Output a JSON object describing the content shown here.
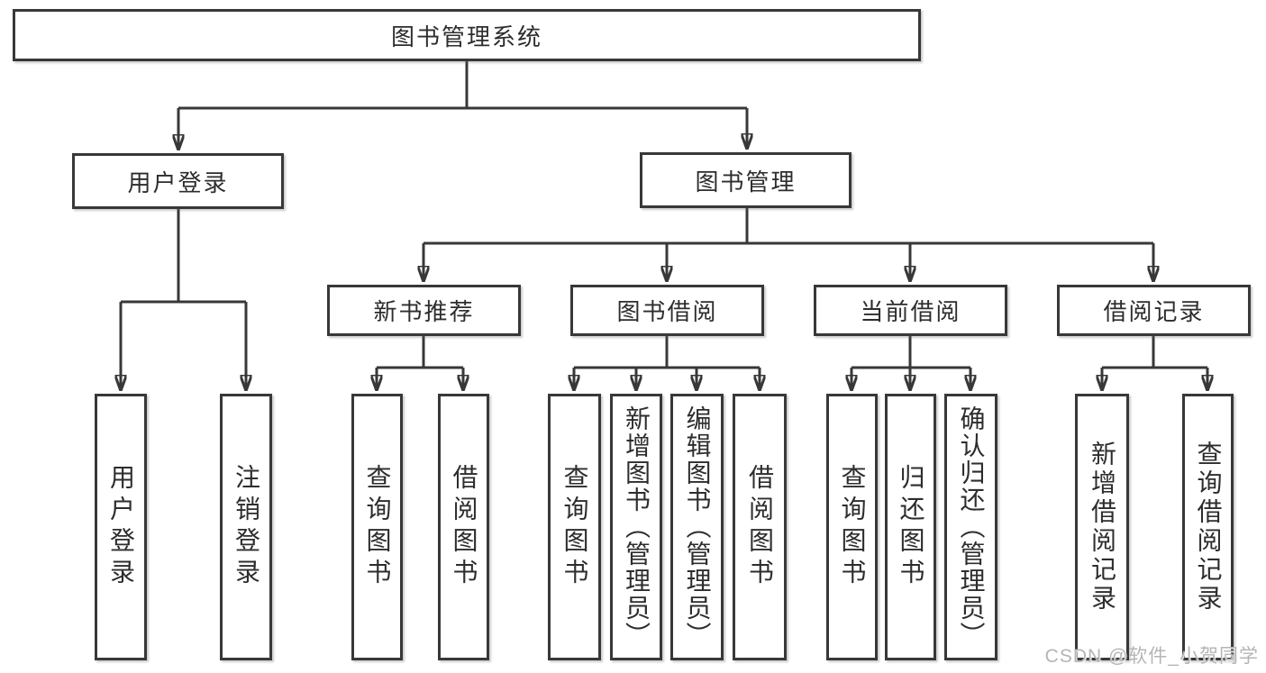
{
  "diagram": {
    "type": "hierarchy-tree",
    "tree": {
      "label": "图书管理系统",
      "children": [
        {
          "label": "用户登录",
          "children": [
            {
              "label": "用户登录"
            },
            {
              "label": "注销登录"
            }
          ]
        },
        {
          "label": "图书管理",
          "children": [
            {
              "label": "新书推荐",
              "children": [
                {
                  "label": "查询图书"
                },
                {
                  "label": "借阅图书"
                }
              ]
            },
            {
              "label": "图书借阅",
              "children": [
                {
                  "label": "查询图书"
                },
                {
                  "label": "新增图书（管理员）"
                },
                {
                  "label": "编辑图书（管理员）"
                },
                {
                  "label": "借阅图书"
                }
              ]
            },
            {
              "label": "当前借阅",
              "children": [
                {
                  "label": "查询图书"
                },
                {
                  "label": "归还图书"
                },
                {
                  "label": "确认归还（管理员）"
                }
              ]
            },
            {
              "label": "借阅记录",
              "children": [
                {
                  "label": "新增借阅记录"
                },
                {
                  "label": "查询借阅记录"
                }
              ]
            }
          ]
        }
      ]
    },
    "colors": {
      "line": "#383838",
      "box_border": "#383838",
      "text": "#2d2d2d",
      "background": "#ffffff",
      "watermark": "#b5b5b5"
    }
  },
  "watermark": {
    "text": "CSDN @软件_小贺同学"
  }
}
